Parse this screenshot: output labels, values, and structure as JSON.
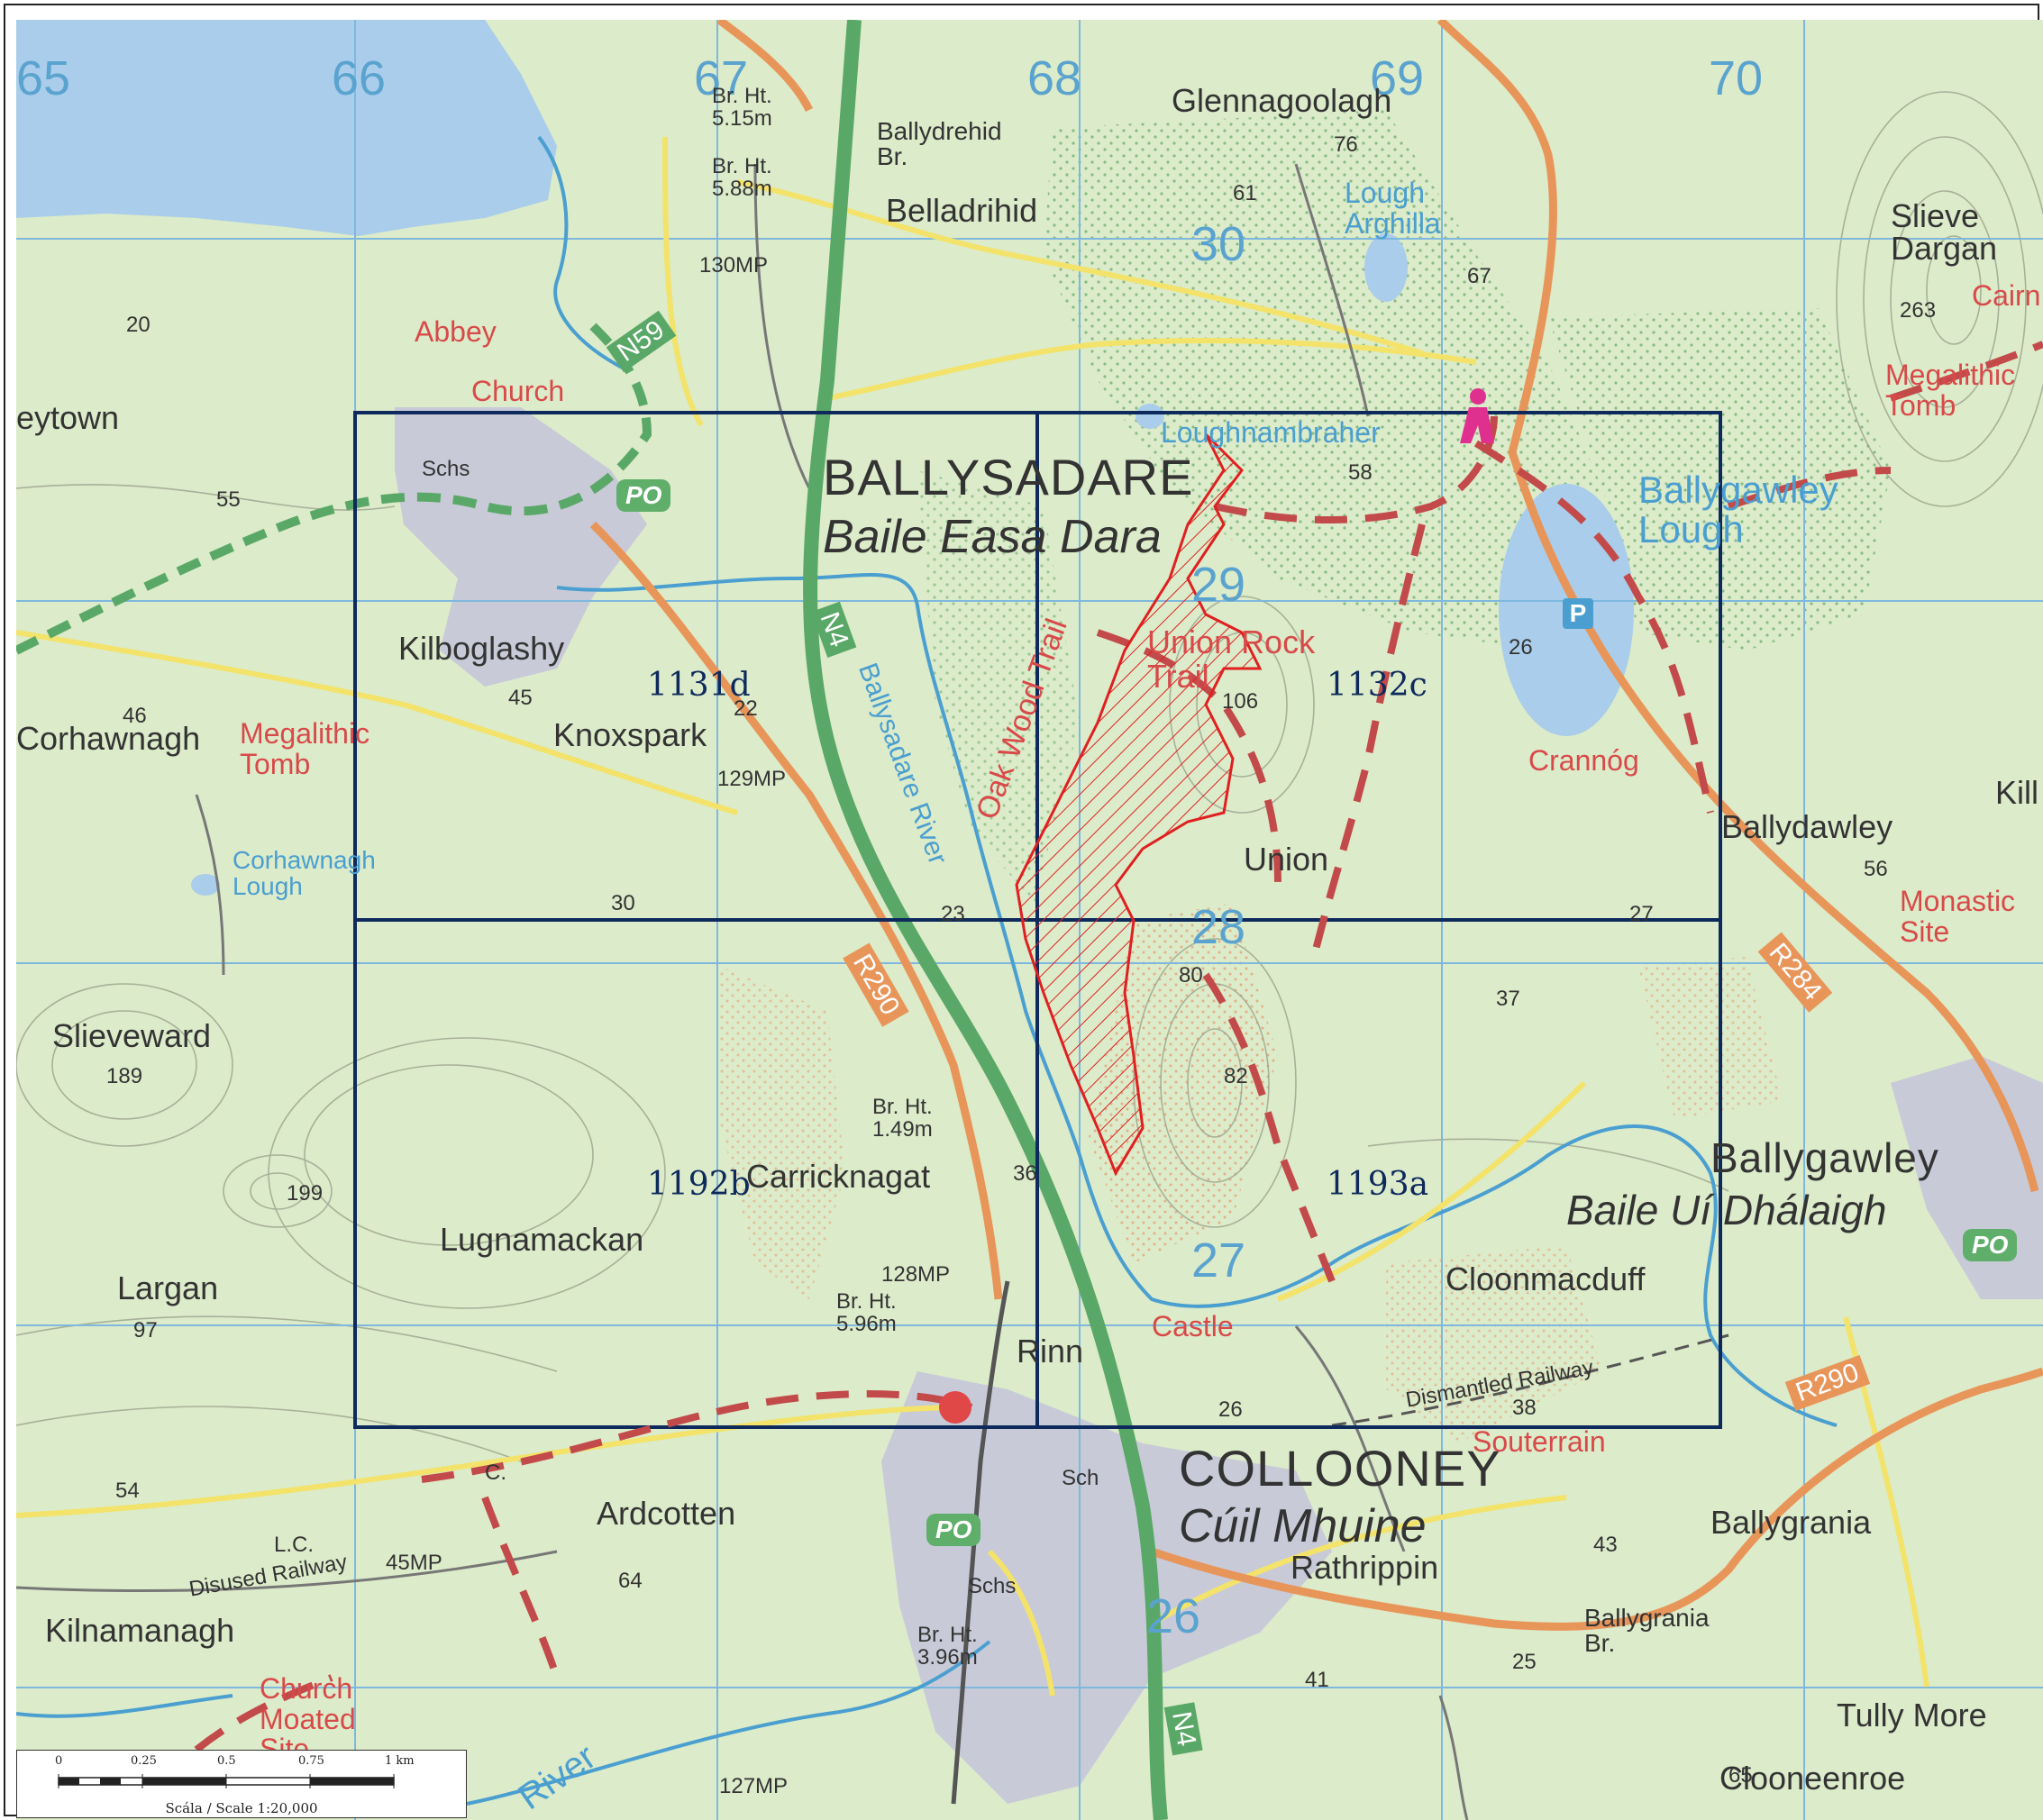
{
  "map": {
    "grid_numbers": {
      "n65": "65",
      "n66": "66",
      "n67": "67",
      "n68": "68",
      "n69": "69",
      "n70": "70",
      "n30": "30",
      "n29": "29",
      "n28": "28",
      "n27": "27",
      "n26": "26"
    },
    "towns": {
      "ballysadare": "BALLYSADARE",
      "ballysadare_ga": "Baile Easa Dara",
      "collooney": "COLLOONEY",
      "collooney_ga": "Cúil Mhuine",
      "ballygawley": "Ballygawley",
      "ballygawley_ga": "Baile Uí Dhálaigh"
    },
    "places": {
      "glennagoolagh": "Glennagoolagh",
      "belladrihid": "Belladrihid",
      "ballydrehid_br": "Ballydrehid\nBr.",
      "slieve_dargan": "Slieve\nDargan",
      "kilboglashy": "Kilboglashy",
      "knoxspark": "Knoxspark",
      "corhawnagh": "Corhawnagh",
      "slieveward": "Slieveward",
      "largan": "Largan",
      "lugnamackan": "Lugnamackan",
      "carricknagat": "Carricknagat",
      "union": "Union",
      "ballydawley": "Ballydawley",
      "cloonmacduff": "Cloonmacduff",
      "rinn": "Rinn",
      "ardcotten": "Ardcotten",
      "rathrippin": "Rathrippin",
      "ballygrania": "Ballygrania",
      "ballygrania_br": "Ballygrania\nBr.",
      "kilnamanagh": "Kilnamanagh",
      "tully_more": "Tully More",
      "clooneenroe": "Clooneenroe",
      "eytown": "eytown",
      "kill": "Kill"
    },
    "red_labels": {
      "abbey": "Abbey",
      "church1": "Church",
      "megalithic_tomb_w": "Megalithic\nTomb",
      "megalithic_tomb_e": "Megalithic\nTomb",
      "cairn": "Cairn",
      "union_rock_trail": "Union Rock\nTrail",
      "oak_wood_trail": "Oak Wood Trail",
      "crannog": "Crannóg",
      "monastic_site": "Monastic\nSite",
      "castle": "Castle",
      "souterrain": "Souterrain",
      "church_moated": "Church\nMoated\nSite"
    },
    "water_labels": {
      "lough_arghilla": "Lough\nArghilla",
      "loughnambraher": "Loughnambraher",
      "ballygawley_lough": "Ballygawley\nLough",
      "corhawnagh_lough": "Corhawnagh\nLough",
      "ballysadare_river": "Ballysadare River",
      "river": "River"
    },
    "small_labels": {
      "br_ht_515": "Br. Ht.\n5.15m",
      "br_ht_588": "Br. Ht.\n5.88m",
      "mp130": "130MP",
      "mp129": "129MP",
      "mp128": "128MP",
      "mp127": "127MP",
      "mp45": "45MP",
      "br_ht_149": "Br. Ht.\n1.49m",
      "br_ht_596": "Br. Ht.\n5.96m",
      "br_ht_396": "Br. Ht.\n3.96m",
      "schs1": "Schs",
      "sch": "Sch",
      "schs2": "Schs",
      "lc": "L.C.",
      "cl": "C.",
      "disused_railway": "Disused Railway",
      "dismantled_railway": "Dismantled Railway",
      "h263": "263",
      "h189": "189",
      "h199": "199",
      "h106": "106",
      "h82": "82",
      "h80": "80",
      "h76": "76",
      "h67": "67",
      "h61": "61",
      "h58": "58",
      "h56": "56",
      "h55": "55",
      "h54": "54",
      "h46": "46",
      "h45": "45",
      "h43": "43",
      "h41": "41",
      "h38": "38",
      "h37": "37",
      "h36": "36",
      "h30": "30",
      "h27": "27",
      "h26a": "26",
      "h26b": "26",
      "h25": "25",
      "h23": "23",
      "h22": "22",
      "h20": "20",
      "h97": "97",
      "h65": "65",
      "h64": "64"
    },
    "road_numbers": {
      "n59": "N59",
      "n4a": "N4",
      "n4b": "N4",
      "r290a": "R290",
      "r290b": "R290",
      "r284": "R284"
    },
    "po_labels": [
      "PO",
      "PO",
      "PO"
    ],
    "parking": "P",
    "tiles": {
      "t1131d": "1131d",
      "t1132c": "1132c",
      "t1192b": "1192b",
      "t1193a": "1193a"
    },
    "scale": {
      "ticks": [
        "0",
        "0.25",
        "0.5",
        "0.75",
        "1 km"
      ],
      "caption": "Scála / Scale 1:20,000"
    },
    "colors": {
      "land": "#dcebc9",
      "lake": "#a9cdea",
      "urban": "#c8cad8",
      "forest_dots": "#8fc48e",
      "tile_grid": "#0e2a5c",
      "grid_lines": "#7fb8de",
      "national_road": "#5aa867",
      "regional_road": "#e8955a",
      "local_road": "#f3e36a",
      "trail": "#c24a4a",
      "woodland_outline": "#e02020"
    }
  }
}
